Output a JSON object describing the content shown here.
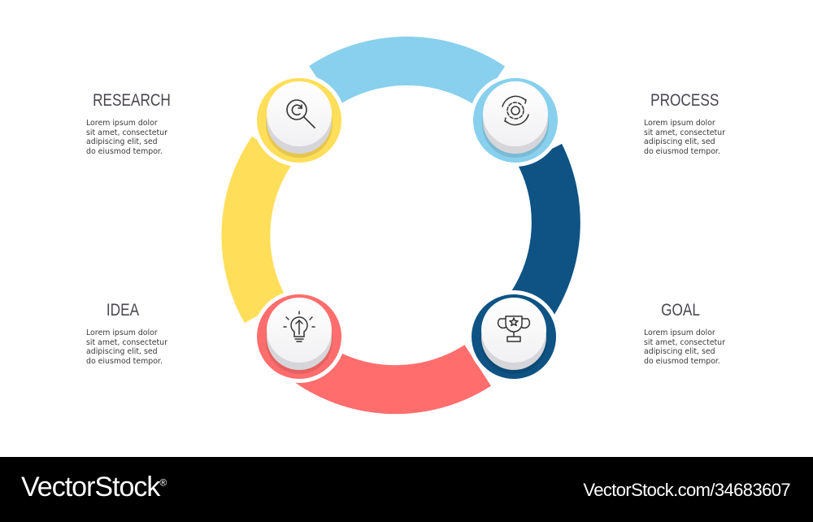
{
  "steps": [
    {
      "title": "RESEARCH",
      "color": "#ffde59",
      "icon": "magnifier-refresh-icon",
      "desc": [
        "Lorem ipsum dolor",
        "sit amet, consectetur",
        "adipiscing elit, sed",
        "do eiusmod tempor."
      ]
    },
    {
      "title": "PROCESS",
      "color": "#88d0ed",
      "icon": "gear-cycle-icon",
      "desc": [
        "Lorem ipsum dolor",
        "sit amet, consectetur",
        "adipiscing elit, sed",
        "do eiusmod tempor."
      ]
    },
    {
      "title": "GOAL",
      "color": "#0e5384",
      "icon": "trophy-icon",
      "desc": [
        "Lorem ipsum dolor",
        "sit amet, consectetur",
        "adipiscing elit, sed",
        "do eiusmod tempor."
      ]
    },
    {
      "title": "IDEA",
      "color": "#ff6d6d",
      "icon": "lightbulb-icon",
      "desc": [
        "Lorem ipsum dolor",
        "sit amet, consectetur",
        "adipiscing elit, sed",
        "do eiusmod tempor."
      ]
    }
  ],
  "footer": {
    "brand": "VectorStock",
    "brand_mark": "®",
    "image_id": "VectorStock.com/34683607"
  }
}
